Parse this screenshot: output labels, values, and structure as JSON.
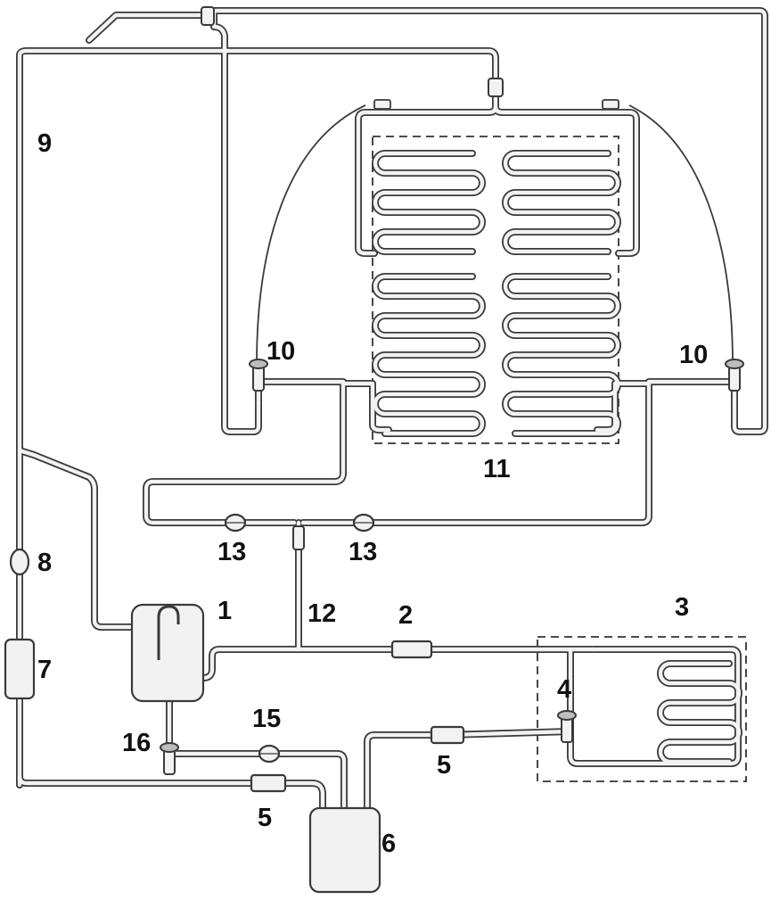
{
  "labels": {
    "compressor": "1",
    "pipe_2": "2",
    "condenser": "3",
    "valve_4": "4",
    "connector_5": "5",
    "receiver": "6",
    "component_7": "7",
    "component_8": "8",
    "line_9": "9",
    "valve_10": "10",
    "evaporator": "11",
    "line_12": "12",
    "valve_13": "13",
    "valve_15": "15",
    "valve_16": "16"
  },
  "colors": {
    "pipe_outline": "#3a3a3a",
    "pipe_fill": "#f2f2f2",
    "label_text": "#111111",
    "background": "#ffffff"
  }
}
